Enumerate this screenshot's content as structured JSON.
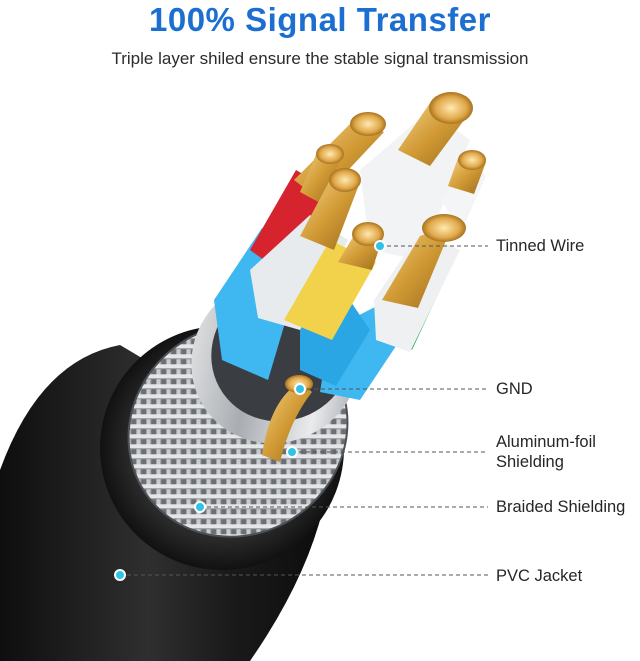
{
  "header": {
    "title": "100% Signal Transfer",
    "subtitle": "Triple layer shiled ensure the stable signal transmission"
  },
  "labels": {
    "tinned_wire": "Tinned Wire",
    "gnd": "GND",
    "aluminum_foil_line1": "Aluminum-foil",
    "aluminum_foil_line2": "Shielding",
    "braided_shielding": "Braided Shielding",
    "pvc_jacket": "PVC Jacket"
  },
  "colors": {
    "title": "#1c6fd1",
    "marker": "#2ec4e6",
    "jacket": "#1d1d1d",
    "copper": "#d9a441",
    "wire_blue": "#3fb7f0",
    "wire_red": "#d6242f",
    "wire_yellow": "#f2d24a",
    "wire_green": "#2fa84f",
    "wire_white": "#f1f3f5",
    "braid": "#b9bcc0"
  }
}
